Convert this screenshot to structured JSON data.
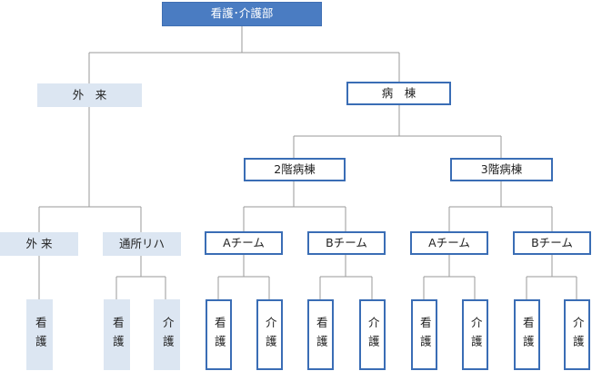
{
  "root": {
    "label": "看護･介護部"
  },
  "outpatient": {
    "label": "外　来",
    "children": [
      {
        "label": "外 来",
        "leaves": [
          "看護"
        ]
      },
      {
        "label": "通所リハ",
        "leaves": [
          "看護",
          "介護"
        ]
      }
    ]
  },
  "ward": {
    "label": "病　棟",
    "floors": [
      {
        "label": "2階病棟",
        "teams": [
          {
            "label": "Aチーム",
            "leaves": [
              "看護",
              "介護"
            ]
          },
          {
            "label": "Bチーム",
            "leaves": [
              "看護",
              "介護"
            ]
          }
        ]
      },
      {
        "label": "3階病棟",
        "teams": [
          {
            "label": "Aチーム",
            "leaves": [
              "看護",
              "介護"
            ]
          },
          {
            "label": "Bチーム",
            "leaves": [
              "看護",
              "介護"
            ]
          }
        ]
      }
    ]
  },
  "colors": {
    "primary": "#4a7cc2",
    "soft": "#dce6f2",
    "line": "#999999"
  }
}
